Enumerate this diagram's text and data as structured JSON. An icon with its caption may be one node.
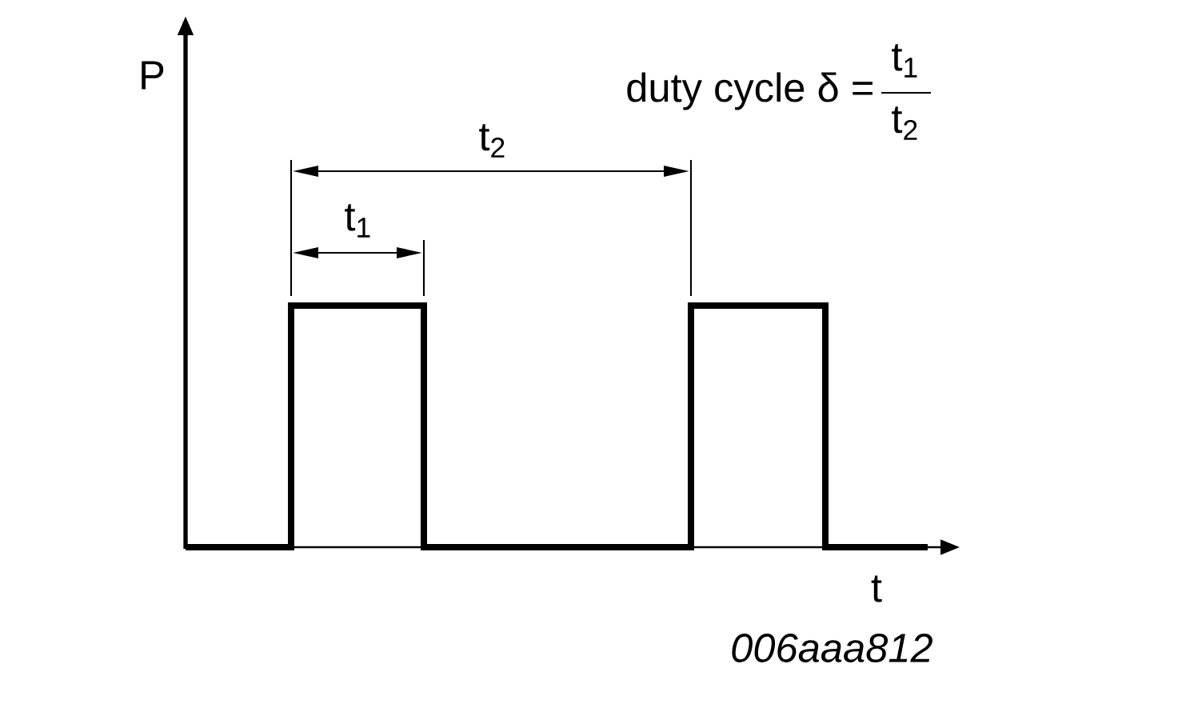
{
  "diagram": {
    "labels": [
      "P",
      "duty cycle δ =",
      "t$_{1}$",
      "t$_{2}$",
      "t$_{2}$",
      "t$_{1}$",
      "t",
      "006aaa812"
    ]
  }
}
